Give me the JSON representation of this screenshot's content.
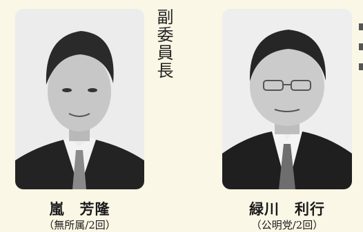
{
  "section_title": "副委員長",
  "members": [
    {
      "name": "嵐　芳隆",
      "affiliation": "（無所属/2回）",
      "photo_icon": "person-portrait-icon"
    },
    {
      "name": "緑川　利行",
      "affiliation": "（公明党/2回）",
      "photo_icon": "person-portrait-icon"
    }
  ]
}
